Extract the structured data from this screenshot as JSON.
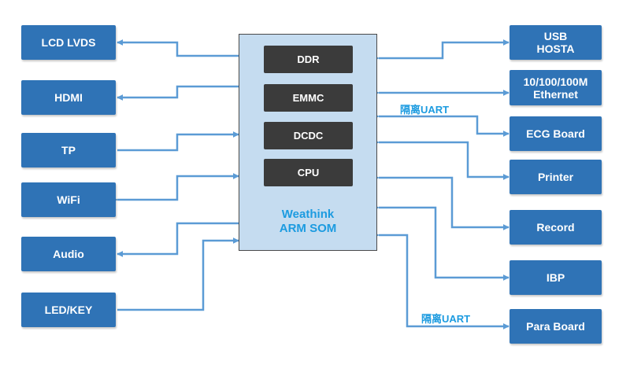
{
  "colors": {
    "box_fill": "#2f73b6",
    "som_fill": "#c5dcf0",
    "chip_fill": "#3b3b3b",
    "wire": "#5b9bd5",
    "accent_text": "#1c9be0"
  },
  "som": {
    "label_line1": "Weathink",
    "label_line2": "ARM SOM",
    "chips": [
      "DDR",
      "EMMC",
      "DCDC",
      "CPU"
    ]
  },
  "left_modules": [
    "LCD LVDS",
    "HDMI",
    "TP",
    "WiFi",
    "Audio",
    "LED/KEY"
  ],
  "right_modules": [
    [
      "USB",
      "HOSTA"
    ],
    [
      "10/100/100M",
      "Ethernet"
    ],
    [
      "ECG Board"
    ],
    [
      "Printer"
    ],
    [
      "Record"
    ],
    [
      "IBP"
    ],
    [
      "Para Board"
    ]
  ],
  "notes": {
    "ecg_link": "隔离UART",
    "para_link": "隔离UART"
  }
}
